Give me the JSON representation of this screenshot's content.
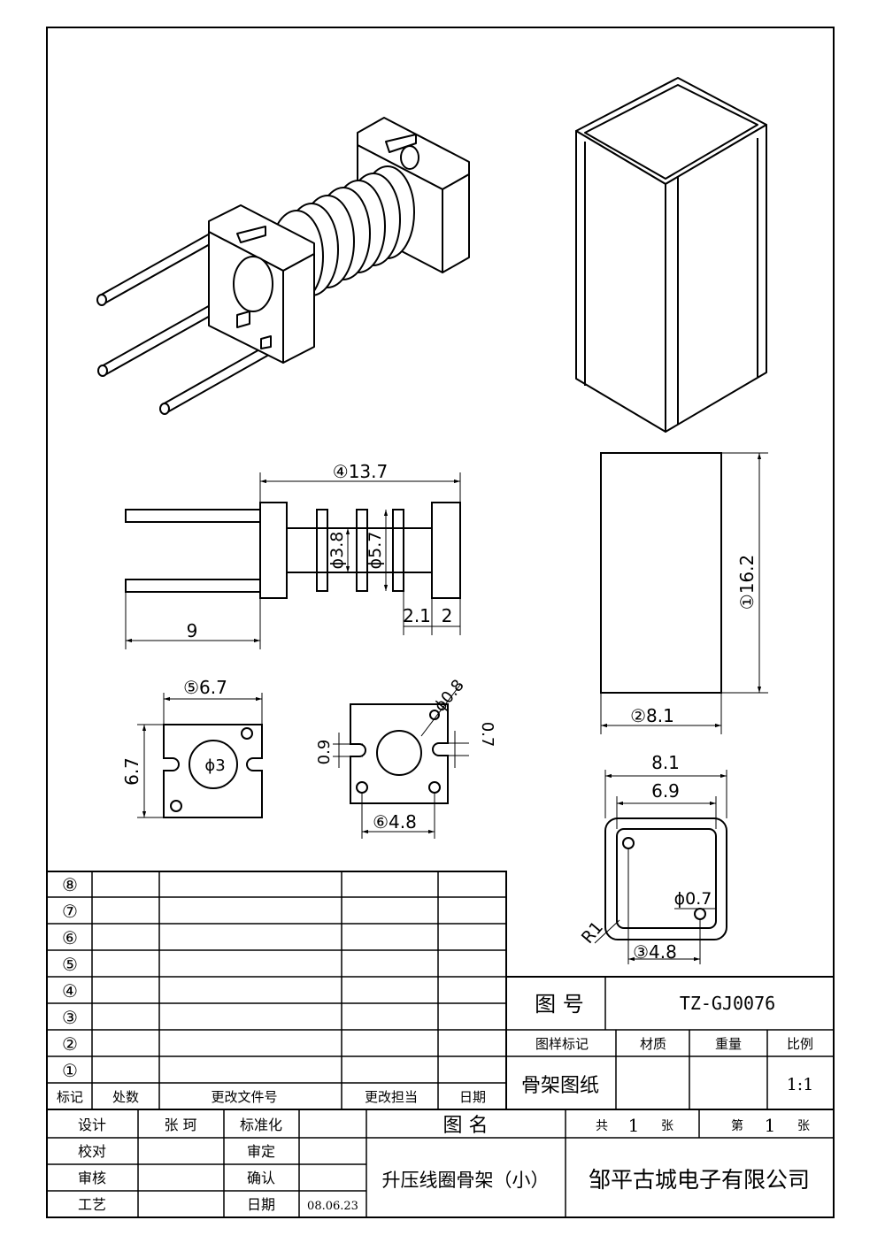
{
  "dimensions": {
    "overall_length": "④13.7",
    "bore_small": "ϕ3.8",
    "bore_large": "ϕ5.7",
    "flange_gap": "2.1",
    "flange_width": "2",
    "pin_length": "9",
    "end_width": "⑤6.7",
    "end_height": "6.7",
    "center_hole": "ϕ3",
    "pin_hole": "ϕ0.8",
    "slot_left": "0.9",
    "slot_right": "0.7",
    "pin_pitch": "⑥4.8",
    "case_height": "①16.2",
    "case_width": "②8.1",
    "top_outer": "8.1",
    "top_inner": "6.9",
    "top_hole": "ϕ0.7",
    "top_radius": "R1",
    "top_pitch": "③4.8"
  },
  "revision_table": {
    "rows": [
      "⑧",
      "⑦",
      "⑥",
      "⑤",
      "④",
      "③",
      "②",
      "①"
    ],
    "headers": [
      "标记",
      "处数",
      "更改文件号",
      "更改担当",
      "日期"
    ]
  },
  "title_block": {
    "drawing_no_label": "图 号",
    "drawing_no": "TZ-GJ0076",
    "col_mark": "图样标记",
    "col_material": "材质",
    "col_weight": "重量",
    "col_scale": "比例",
    "mark_value": "骨架图纸",
    "scale_value": "1:1",
    "design_label": "设计",
    "designer": "张 珂",
    "standard_label": "标准化",
    "name_label": "图 名",
    "total_prefix": "共",
    "total_count": "1",
    "sheet_unit": "张",
    "page_prefix": "第",
    "page_no": "1",
    "page_unit": "张",
    "check_label": "校对",
    "approve_label": "审定",
    "review_label": "审核",
    "confirm_label": "确认",
    "craft_label": "工艺",
    "date_label": "日期",
    "date_value": "08.06.23",
    "part_name": "升压线圈骨架（小）",
    "company": "邹平古城电子有限公司"
  }
}
